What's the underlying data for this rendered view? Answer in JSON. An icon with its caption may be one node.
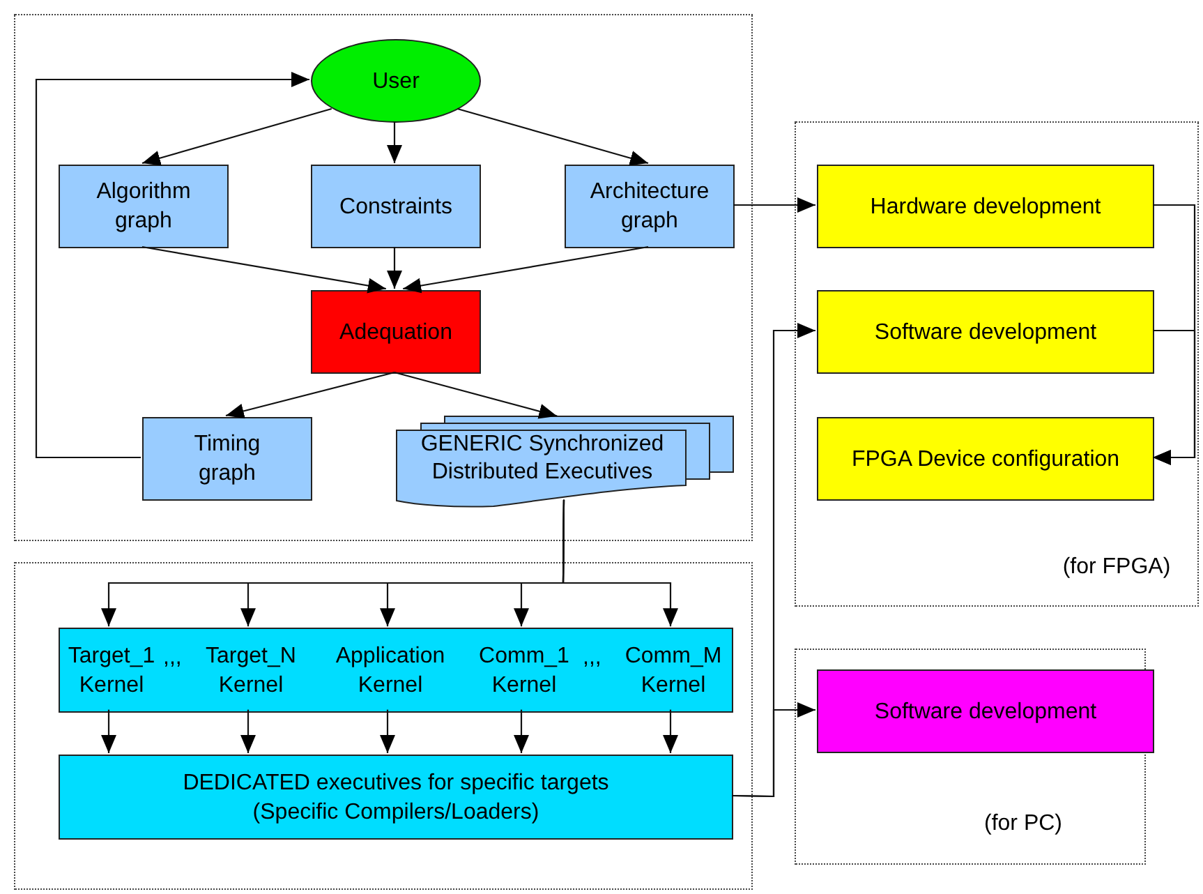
{
  "diagram": {
    "nodes": [
      {
        "text": [],
        "shape": "box"
      },
      {
        "text": [
          "User"
        ],
        "in": 0
      },
      {
        "text": [
          "Algorithm graph"
        ],
        "in": 0
      },
      {
        "text": [
          "Constraints"
        ],
        "in": 0
      },
      {
        "text": [
          "Architecture graph"
        ],
        "in": 0
      },
      {
        "text": [
          "Adequation"
        ],
        "in": 0
      },
      {
        "text": [
          "Timing graph"
        ],
        "in": 0
      },
      {
        "text": [
          "GENERIC Synchronized Distributed Executives"
        ],
        "in": 0
      },
      {
        "text": [],
        "shape": "box"
      },
      {
        "text": [
          ",,,",
          ",,,"
        ],
        "in": 8
      },
      {
        "text": [
          "Target_1 Kernel"
        ],
        "in": 9
      },
      {
        "text": [
          "Target_N Kernel"
        ],
        "in": 9
      },
      {
        "text": [
          "Application Kernel"
        ],
        "in": 9
      },
      {
        "text": [
          "Comm_1 Kernel"
        ],
        "in": 9
      },
      {
        "text": [
          "Comm_M Kernel"
        ],
        "in": 9
      },
      {
        "text": [
          "DEDICATED executives for specific targets (Specific Compilers/Loaders)"
        ],
        "in": 8
      },
      {
        "text": [
          "(for FPGA)"
        ]
      },
      {
        "text": [
          "Hardware development"
        ],
        "in": 16
      },
      {
        "text": [
          "Software development"
        ],
        "in": 16
      },
      {
        "text": [
          "FPGA Device configuration"
        ],
        "in": 16
      },
      {
        "text": [
          "(for PC)"
        ]
      },
      {
        "text": [
          "Software development"
        ],
        "in": 20
      }
    ],
    "edges": [
      {
        "from": 1,
        "to": 2,
        "arrow": "to"
      },
      {
        "from": 1,
        "to": 3,
        "arrow": "to"
      },
      {
        "from": 1,
        "to": 4,
        "arrow": "to"
      },
      {
        "from": 2,
        "to": 5,
        "arrow": "to"
      },
      {
        "from": 3,
        "to": 5,
        "arrow": "to"
      },
      {
        "from": 4,
        "to": 5,
        "arrow": "to"
      },
      {
        "from": 5,
        "to": 6,
        "arrow": "to"
      },
      {
        "from": 5,
        "to": 7,
        "arrow": "to"
      },
      {
        "from": 6,
        "to": 1,
        "arrow": "to"
      },
      {
        "from": 7,
        "to": 10,
        "arrow": "to"
      },
      {
        "from": 7,
        "to": 11,
        "arrow": "to"
      },
      {
        "from": 7,
        "to": 12,
        "arrow": "to"
      },
      {
        "from": 7,
        "to": 13,
        "arrow": "to"
      },
      {
        "from": 7,
        "to": 14,
        "arrow": "to"
      },
      {
        "from": 10,
        "to": 15,
        "arrow": "to"
      },
      {
        "from": 11,
        "to": 15,
        "arrow": "to"
      },
      {
        "from": 12,
        "to": 15,
        "arrow": "to"
      },
      {
        "from": 13,
        "to": 15,
        "arrow": "to"
      },
      {
        "from": 14,
        "to": 15,
        "arrow": "to"
      },
      {
        "from": 4,
        "to": 17,
        "arrow": "to"
      },
      {
        "from": 15,
        "to": 18,
        "arrow": "to"
      },
      {
        "from": 15,
        "to": 21,
        "arrow": "to"
      },
      {
        "from": 17,
        "to": 19,
        "arrow": "to"
      },
      {
        "from": 18,
        "to": 19,
        "arrow": "to"
      }
    ]
  }
}
